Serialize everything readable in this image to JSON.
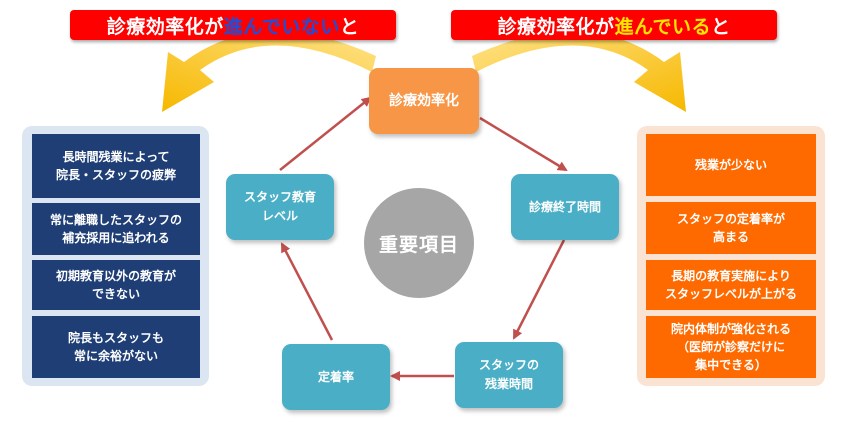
{
  "banners": {
    "left": {
      "part1": "診療効率化が",
      "part2": "進んでいない",
      "part3": "と"
    },
    "right": {
      "part1": "診療効率化が",
      "part2": "進んでいる",
      "part3": "と"
    }
  },
  "left_items": [
    "長時間残業によって\n院長・スタッフの疲弊",
    "常に離職したスタッフの\n補充採用に追われる",
    "初期教育以外の教育が\nできない",
    "院長もスタッフも\n常に余裕がない"
  ],
  "right_items": [
    "残業が少ない",
    "スタッフの定着率が\n高まる",
    "長期の教育実施により\nスタッフレベルが上がる",
    "院内体制が強化される\n（医師が診察だけに\n集中できる）"
  ],
  "cycle": {
    "top": "診療効率化",
    "right_upper": "診療終了時間",
    "right_lower": "スタッフの\n残業時間",
    "left_lower": "定着率",
    "left_upper": "スタッフ教育\nレベル"
  },
  "center_label": "重要項目",
  "colors": {
    "banner": "#ff0000",
    "banner_blue_text": "#1f4fd8",
    "banner_yellow_text": "#ffe600",
    "left_item": "#1f3e76",
    "right_item": "#ff6a00",
    "node": "#4aafc6",
    "top_node": "#f79646",
    "center": "#a6a6a6",
    "cycle_arrow": "#c0504d",
    "curved_arrow": "#ffc000"
  }
}
